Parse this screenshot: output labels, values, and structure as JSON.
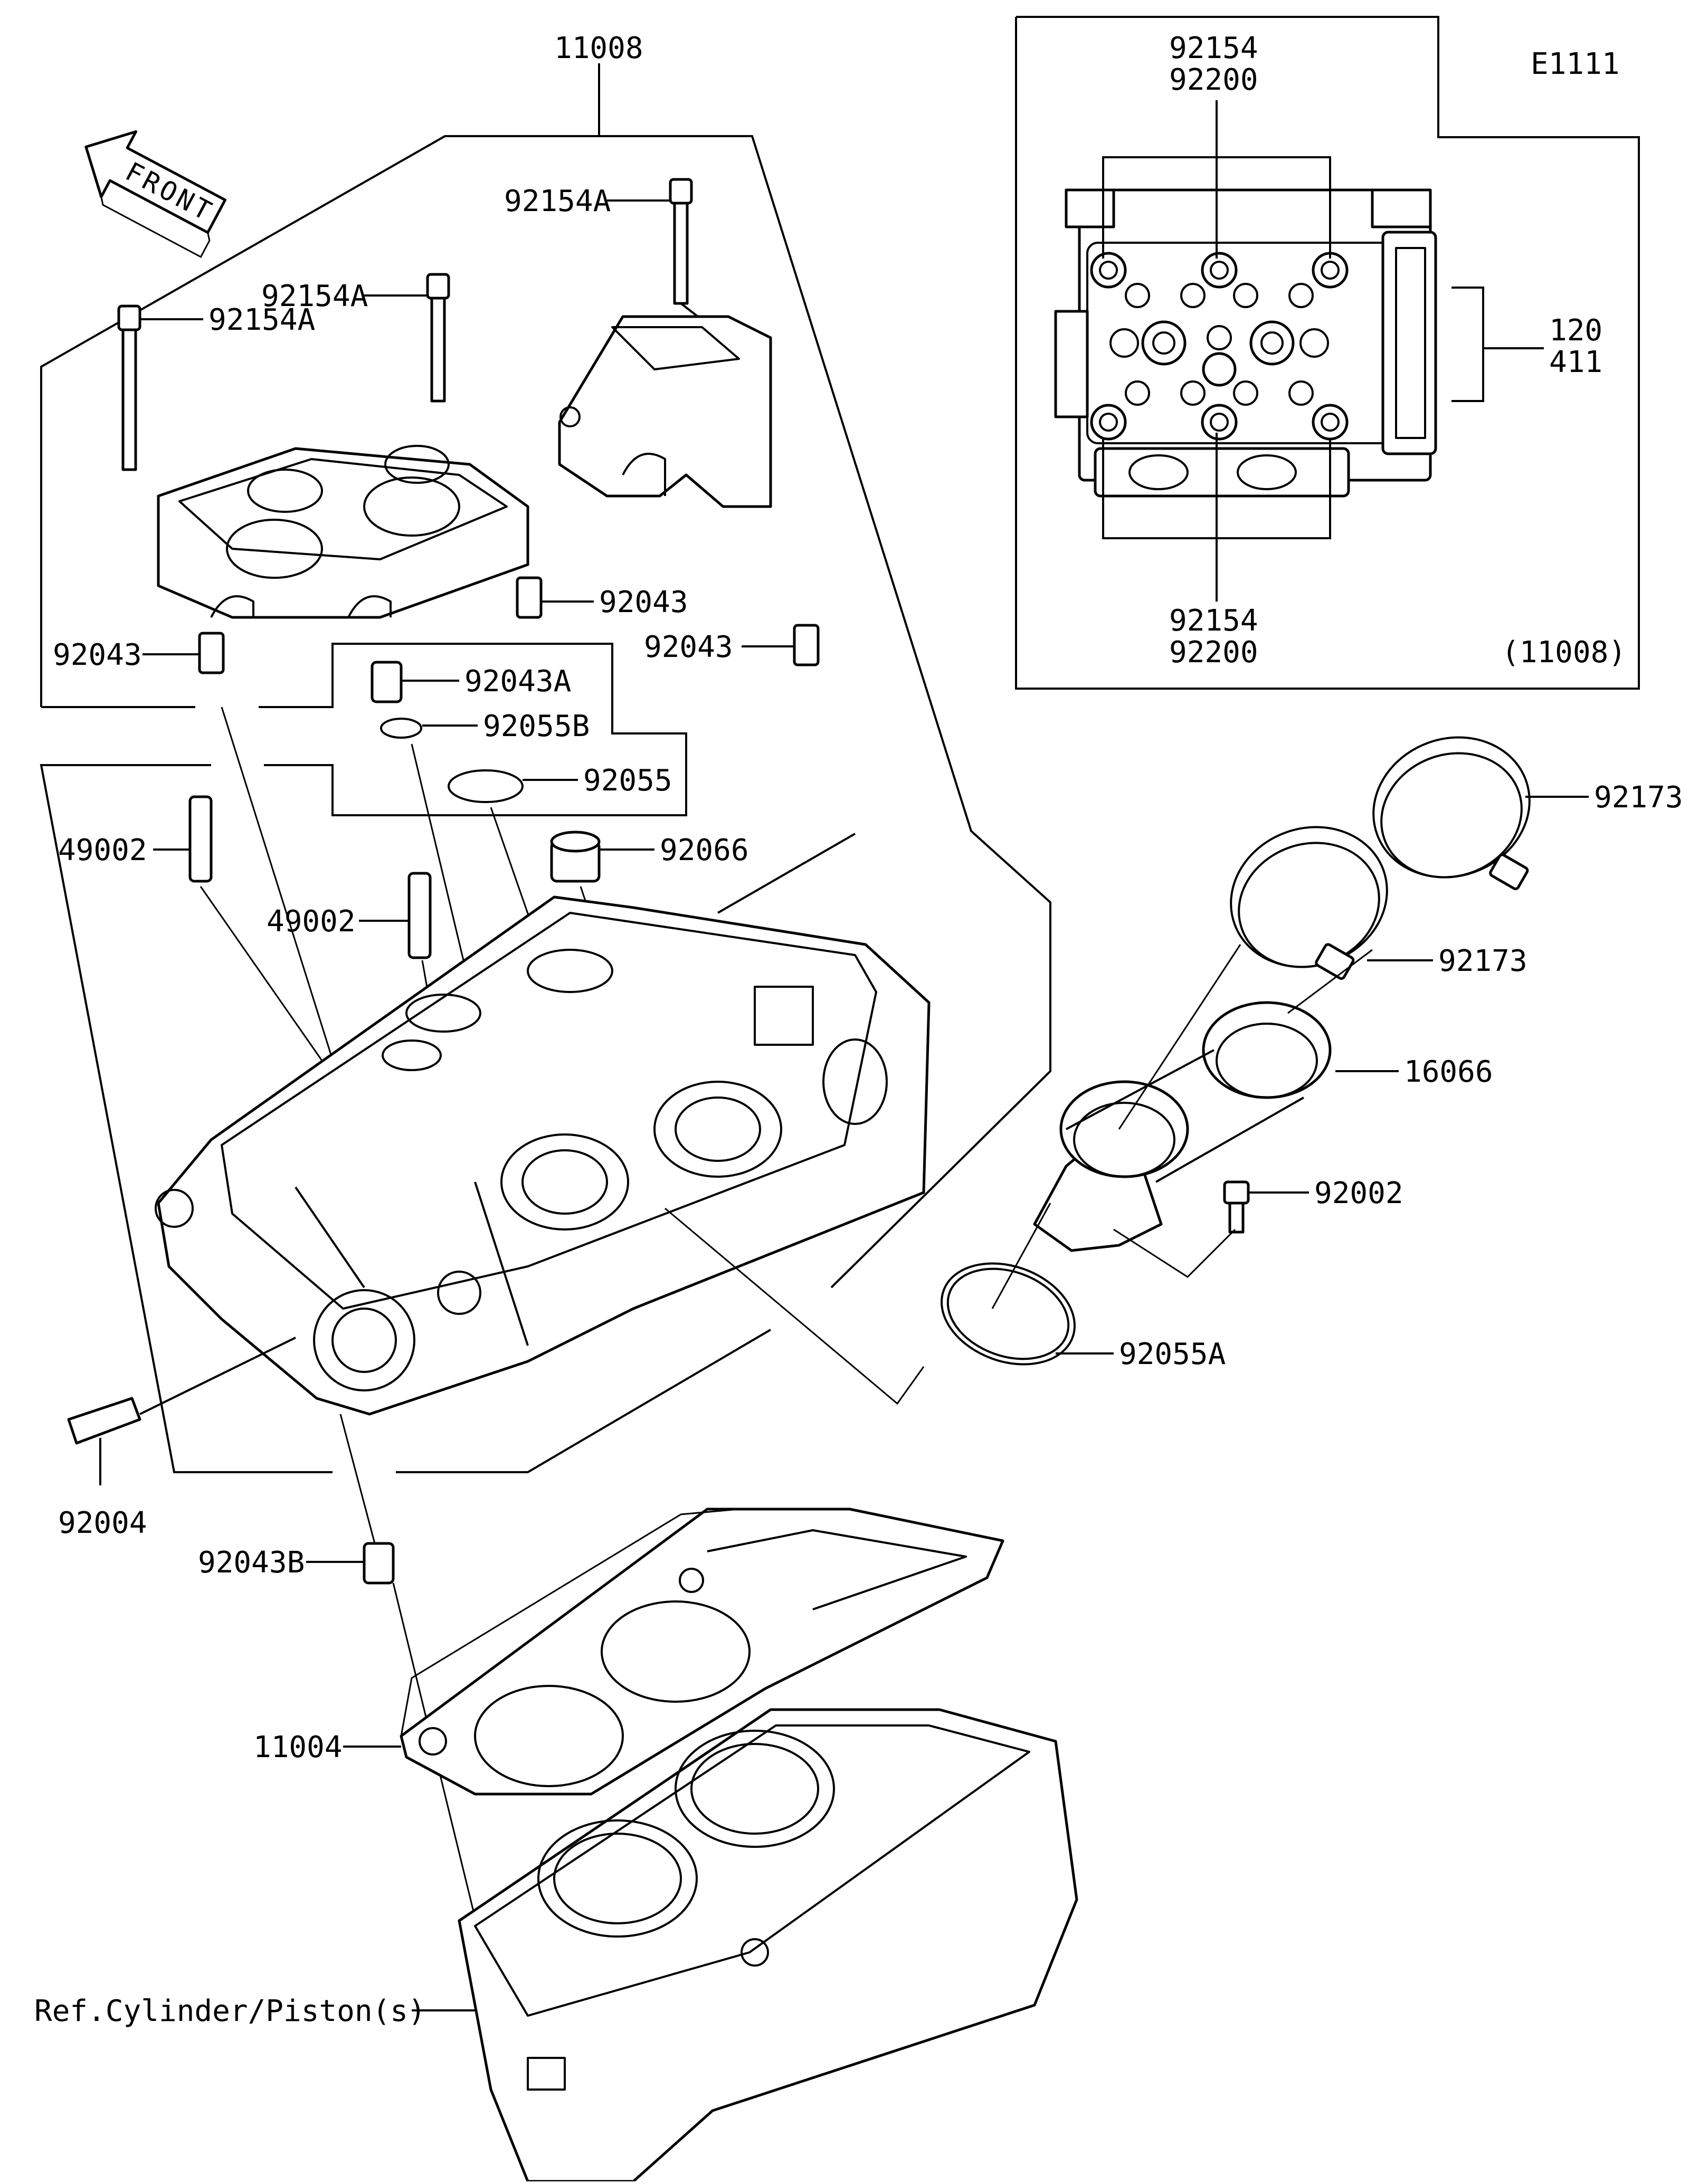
{
  "diagram": {
    "code": "E1111",
    "front_label": "FRONT",
    "inset_ref": "(11008)",
    "labels": {
      "p11008": "11008",
      "p92154A_1": "92154A",
      "p92154A_2": "92154A",
      "p92154A_3": "92154A",
      "p92043_1": "92043",
      "p92043_2": "92043",
      "p92043_3": "92043",
      "p92043A": "92043A",
      "p92055B": "92055B",
      "p92055": "92055",
      "p92066": "92066",
      "p49002_1": "49002",
      "p49002_2": "49002",
      "p92173_1": "92173",
      "p92173_2": "92173",
      "p16066": "16066",
      "p92002": "92002",
      "p92055A": "92055A",
      "p92004": "92004",
      "p92043B": "92043B",
      "p11004": "11004",
      "ref_cylinder": "Ref.Cylinder/Piston(s)",
      "inset_top_1": "92154",
      "inset_top_2": "92200",
      "inset_bottom_1": "92154",
      "inset_bottom_2": "92200",
      "inset_right_1": "120",
      "inset_right_2": "411"
    }
  }
}
